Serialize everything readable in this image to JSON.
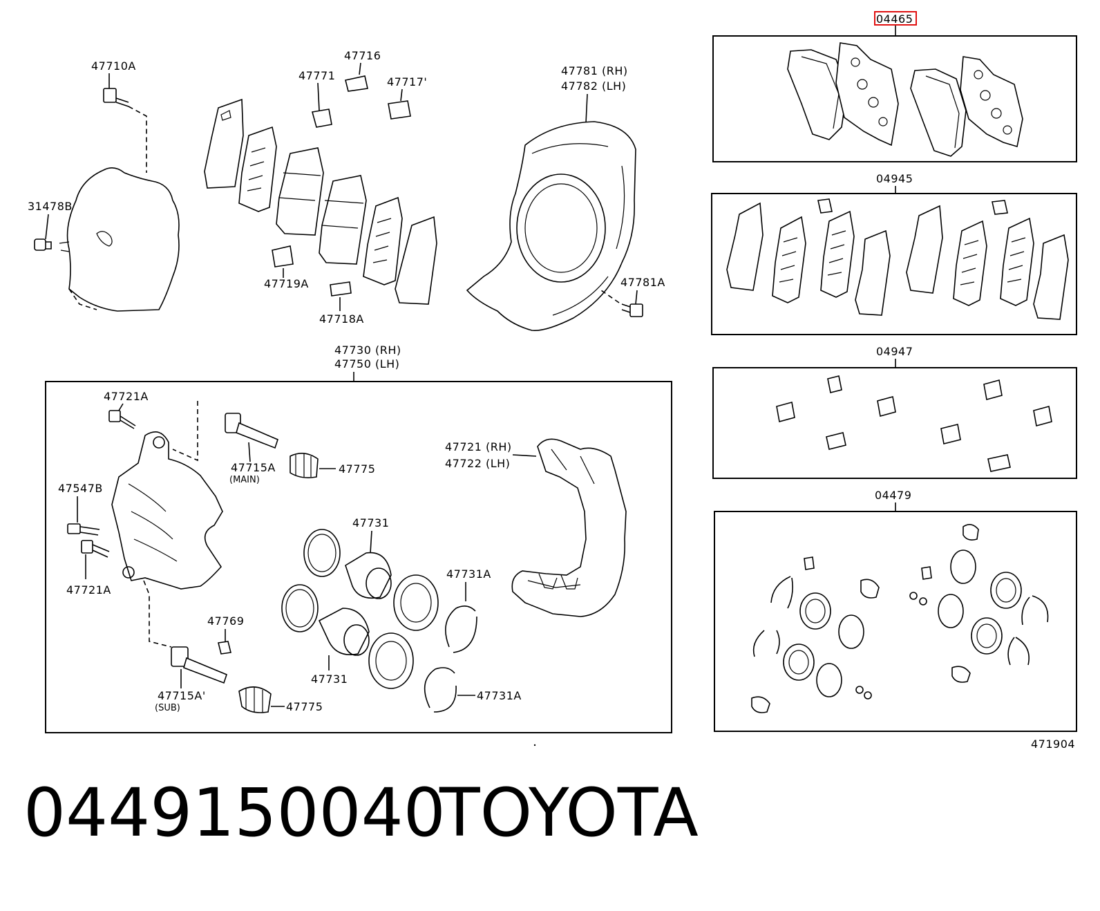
{
  "labels": {
    "l47710A": "47710A",
    "l31478B": "31478B",
    "l47771": "47771",
    "l47716": "47716",
    "l47717": "47717'",
    "l47719A": "47719A",
    "l47718A": "47718A",
    "l47781RH": "47781 (RH)",
    "l47782LH": "47782 (LH)",
    "l47781A": "47781A",
    "l47730RH": "47730 (RH)",
    "l47750LH": "47750 (LH)",
    "l47721A_top": "47721A",
    "l47547B": "47547B",
    "l47721A_bot": "47721A",
    "l47715A_main": "47715A",
    "main": "(MAIN)",
    "l47775_top": "47775",
    "l47721RH": "47721 (RH)",
    "l47722LH": "47722 (LH)",
    "l47731_top": "47731",
    "l47731A_top": "47731A",
    "l47769": "47769",
    "l47731_bot": "47731",
    "l47715A_sub": "47715A'",
    "sub": "(SUB)",
    "l47775_bot": "47775",
    "l47731A_bot": "47731A",
    "k04465": "04465",
    "k04945": "04945",
    "k04947": "04947",
    "k04479": "04479",
    "code": "471904"
  },
  "footer": {
    "part_number": "0449150040",
    "brand": "TOYOTA"
  },
  "highlight_color": "#e01010"
}
